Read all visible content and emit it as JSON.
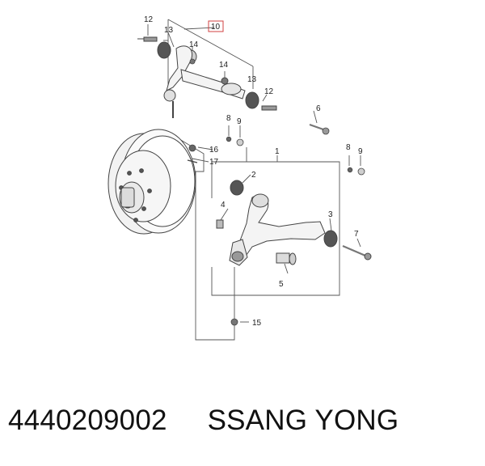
{
  "callouts": {
    "c1": "1",
    "c2": "2",
    "c3": "3",
    "c4": "4",
    "c5": "5",
    "c6": "6",
    "c7": "7",
    "c8a": "8",
    "c8b": "8",
    "c9a": "9",
    "c9b": "9",
    "c10": "10",
    "c12a": "12",
    "c12b": "12",
    "c13a": "13",
    "c13b": "13",
    "c14a": "14",
    "c14b": "14",
    "c15": "15",
    "c16": "16",
    "c17": "17"
  },
  "caption": {
    "part_number": "4440209002",
    "brand": "SSANG YONG"
  },
  "colors": {
    "line": "#444444",
    "part": "#7a7a7a",
    "highlight_box": "#d04040"
  }
}
